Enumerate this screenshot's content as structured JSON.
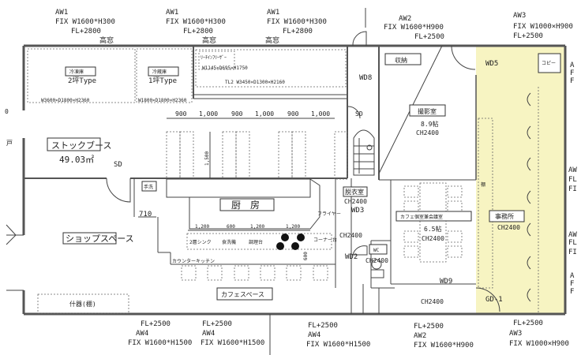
{
  "windows": {
    "aw1_a": {
      "id": "AW1",
      "spec": "FIX  W1600*H300",
      "fl": "FL+2800",
      "note": "高窓"
    },
    "aw1_b": {
      "id": "AW1",
      "spec": "FIX  W1600*H300",
      "fl": "FL+2800",
      "note": "高窓"
    },
    "aw1_c": {
      "id": "AW1",
      "spec": "FIX  W1600*H300",
      "fl": "FL+2800",
      "note": "高窓"
    },
    "aw2_top": {
      "id": "AW2",
      "spec": "FIX W1600*H900",
      "fl": "FL+2500"
    },
    "aw3_top": {
      "id": "AW3",
      "spec": "FIX  W1000×H900",
      "fl": "FL+2500"
    },
    "aw4_a": {
      "id": "AW4",
      "spec": "FIX W1600*H1500",
      "fl": "FL+2500"
    },
    "aw4_b": {
      "id": "AW4",
      "spec": "FIX W1600*H1500",
      "fl": "FL+2500"
    },
    "aw4_c": {
      "id": "AW4",
      "spec": "FIX W1600*H1500",
      "fl": "FL+2500"
    },
    "aw2_bottom": {
      "id": "AW2",
      "spec": "FIX W1600*H900",
      "fl": "FL+2500"
    },
    "aw3_bottom": {
      "id": "AW3",
      "spec": "FIX  W1000×H900",
      "fl": "FL+2500"
    },
    "right_side": [
      "A",
      "F",
      "F",
      "AW",
      "FL",
      "FI",
      "AW",
      "FL",
      "FI",
      "A",
      "F",
      "F"
    ]
  },
  "rooms": {
    "freezer": {
      "label": "冷凍庫",
      "type": "2坪Type",
      "size": "W3600×D1800×H2360"
    },
    "fridge": {
      "label": "冷蔵庫",
      "type": "1坪Type",
      "size": "W1800×D1800×H2360"
    },
    "reach_in": {
      "label": "ﾘｰﾁｲﾝﾌﾘｰｻﾞｰ",
      "size": "W1145×D695×H1750"
    },
    "tl2": {
      "label": "TL2  W3450×D1300×H2160"
    },
    "stock": {
      "label": "ストックブース",
      "area": "49.03㎡"
    },
    "shop": {
      "label": "ショップスペース"
    },
    "fixture": {
      "label": "什器(棚)"
    },
    "kitchen": {
      "label": "厨　房"
    },
    "counter_kitchen": {
      "label": "カウンターキッチン"
    },
    "cafe": {
      "label": "カフェスペース"
    },
    "storage": {
      "label": "収納"
    },
    "studio": {
      "label": "撮影室",
      "size": "8.9帖",
      "ch": "CH2400"
    },
    "dressing": {
      "label": "脱衣室",
      "ch": "CH2400"
    },
    "private": {
      "label": "カフェ個室兼会議室",
      "size": "6.5帖",
      "ch": "CH2400"
    },
    "wc": {
      "label": "WC",
      "ch": "CH2400"
    },
    "office": {
      "label": "事務所",
      "ch": "CH2400"
    },
    "copier": {
      "label": "コピー"
    },
    "hall_ch": "CH2400",
    "lower_ch": "CH2400"
  },
  "equipment": {
    "handwash": "手洗",
    "fryer": "フライヤー",
    "sink2": "2層シンク",
    "dishwasher": "食洗機",
    "worktable": "調理台",
    "corner": "コーナー台",
    "shelf": "棚"
  },
  "dimensions": {
    "shelves": [
      "900",
      "1,000",
      "900",
      "1,000",
      "900",
      "1,000"
    ],
    "shelf_depth": "1,500",
    "kitchen": [
      "1,200",
      "600",
      "1,200",
      "1,200"
    ],
    "counter_depth": "600",
    "gap": "710"
  },
  "doors": {
    "sd1": "SD",
    "sd2": "SD",
    "wd8": "WD8",
    "wd5": "WD5",
    "wd3": "WD3",
    "wd2": "WD2",
    "wd9": "WD9",
    "gd1": "GD-1",
    "door_left": "戸",
    "left_edge": "0"
  },
  "colors": {
    "office_highlight": "#f7f4c2"
  }
}
